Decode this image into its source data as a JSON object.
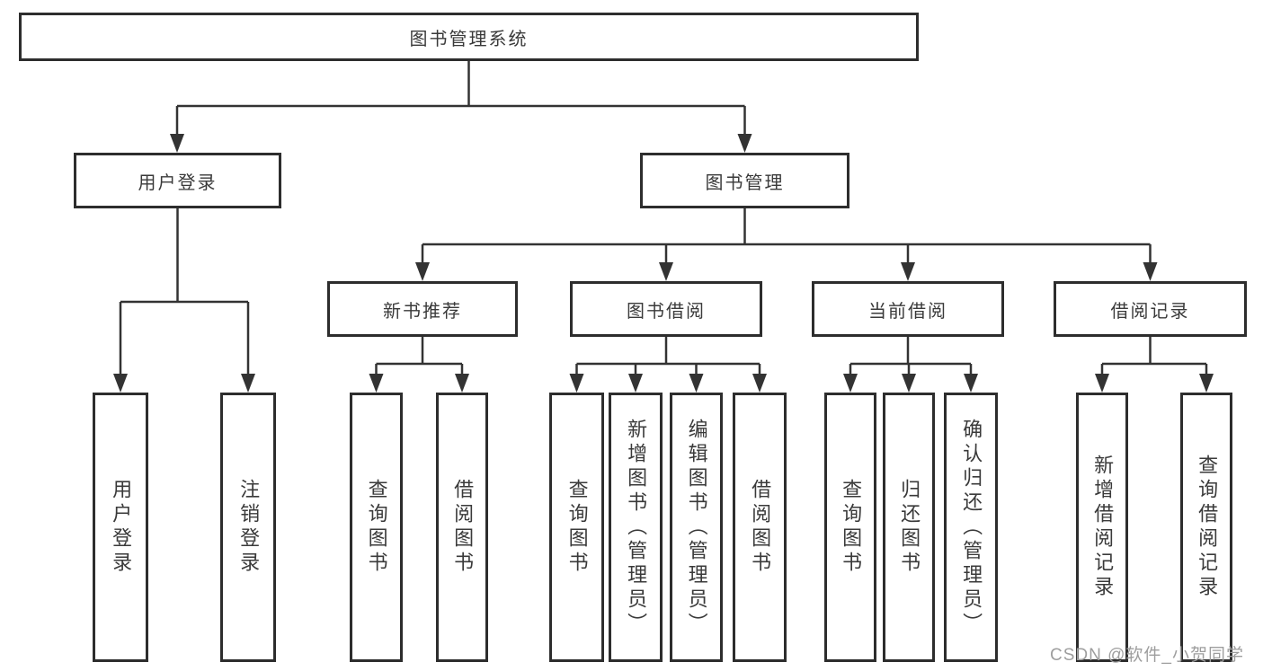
{
  "diagram": {
    "root": {
      "label": "图书管理系统",
      "children": [
        {
          "label": "用户登录",
          "children": [
            {
              "label": "用户登录"
            },
            {
              "label": "注销登录"
            }
          ]
        },
        {
          "label": "图书管理",
          "children": [
            {
              "label": "新书推荐",
              "children": [
                {
                  "label": "查询图书"
                },
                {
                  "label": "借阅图书"
                }
              ]
            },
            {
              "label": "图书借阅",
              "children": [
                {
                  "label": "查询图书"
                },
                {
                  "label": "新增图书（管理员）"
                },
                {
                  "label": "编辑图书（管理员）"
                },
                {
                  "label": "借阅图书"
                }
              ]
            },
            {
              "label": "当前借阅",
              "children": [
                {
                  "label": "查询图书"
                },
                {
                  "label": "归还图书"
                },
                {
                  "label": "确认归还（管理员）"
                }
              ]
            },
            {
              "label": "借阅记录",
              "children": [
                {
                  "label": "新增借阅记录"
                },
                {
                  "label": "查询借阅记录"
                }
              ]
            }
          ]
        }
      ]
    },
    "watermark": "CSDN @软件_小贺同学",
    "colors": {
      "line": "#333333",
      "box_border": "#2d2d2d",
      "text": "#3a3a3a",
      "watermark": "#9e9e9e",
      "background": "#ffffff"
    }
  }
}
